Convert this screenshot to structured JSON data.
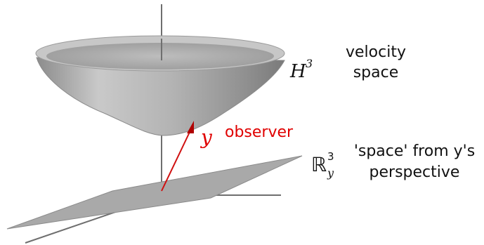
{
  "hyperboloid": {
    "symbol": "H",
    "superscript": "3",
    "caption_line1": "velocity",
    "caption_line2": "space"
  },
  "observer": {
    "symbol": "y",
    "label": "observer",
    "color": "#e00000"
  },
  "plane": {
    "symbol": "ℝ",
    "superscript": "3",
    "subscript": "y",
    "caption_line1": "'space' from y's",
    "caption_line2": "perspective"
  },
  "colors": {
    "surface_gray": "#a9a9a9",
    "axis_gray": "#6f6f6f",
    "arrow_red": "#d01010"
  }
}
